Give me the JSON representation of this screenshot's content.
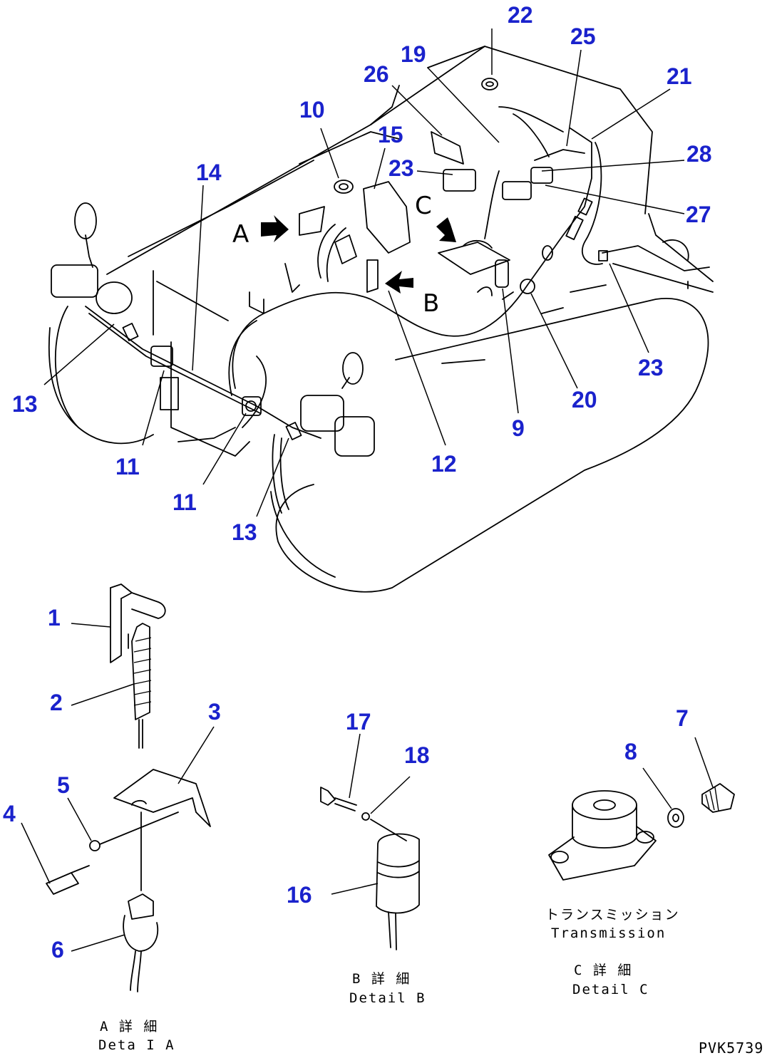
{
  "part_numbers": [
    {
      "label": "22"
    },
    {
      "label": "25"
    },
    {
      "label": "19"
    },
    {
      "label": "26"
    },
    {
      "label": "21"
    },
    {
      "label": "10"
    },
    {
      "label": "15"
    },
    {
      "label": "23"
    },
    {
      "label": "28"
    },
    {
      "label": "14"
    },
    {
      "label": "27"
    },
    {
      "label": "23"
    },
    {
      "label": "13"
    },
    {
      "label": "20"
    },
    {
      "label": "9"
    },
    {
      "label": "11"
    },
    {
      "label": "12"
    },
    {
      "label": "11"
    },
    {
      "label": "13"
    },
    {
      "label": "1"
    },
    {
      "label": "2"
    },
    {
      "label": "3"
    },
    {
      "label": "5"
    },
    {
      "label": "4"
    },
    {
      "label": "6"
    },
    {
      "label": "17"
    },
    {
      "label": "18"
    },
    {
      "label": "16"
    },
    {
      "label": "7"
    },
    {
      "label": "8"
    }
  ],
  "detail_markers": [
    {
      "label": "A"
    },
    {
      "label": "B"
    },
    {
      "label": "C"
    }
  ],
  "captions": {
    "detail_a_jp": "A 詳 細",
    "detail_a_en": "Deta I A",
    "detail_b_jp": "B 詳 細",
    "detail_b_en": "Detail B",
    "transmission_jp": "トランスミッション",
    "transmission_en": "Transmission",
    "detail_c_jp": "C 詳 細",
    "detail_c_en": "Detail C"
  },
  "drawing_code": "PVK5739",
  "colors": {
    "part_number": "#1a22cc",
    "line": "#000000",
    "background": "#ffffff"
  }
}
